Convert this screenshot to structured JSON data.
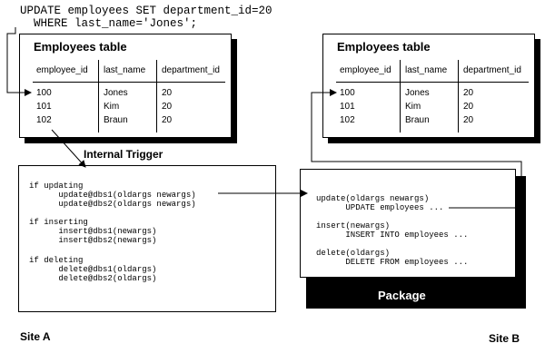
{
  "statement": {
    "line1": "UPDATE employees SET department_id=20",
    "line2": "  WHERE last_name='Jones';"
  },
  "site_a": {
    "label": "Site A",
    "table": {
      "title": "Employees table",
      "headers": [
        "employee_id",
        "last_name",
        "department_id"
      ],
      "rows": [
        [
          "100",
          "Jones",
          "20"
        ],
        [
          "101",
          "Kim",
          "20"
        ],
        [
          "102",
          "Braun",
          "20"
        ]
      ]
    },
    "trigger": {
      "label": "Internal Trigger",
      "lines": [
        "if updating",
        "      update@dbs1(oldargs newargs)",
        "      update@dbs2(oldargs newargs)",
        "",
        "if inserting",
        "      insert@dbs1(newargs)",
        "      insert@dbs2(newargs)",
        "",
        "if deleting",
        "      delete@dbs1(oldargs)",
        "      delete@dbs2(oldargs)"
      ]
    }
  },
  "site_b": {
    "label": "Site B",
    "table": {
      "title": "Employees table",
      "headers": [
        "employee_id",
        "last_name",
        "department_id"
      ],
      "rows": [
        [
          "100",
          "Jones",
          "20"
        ],
        [
          "101",
          "Kim",
          "20"
        ],
        [
          "102",
          "Braun",
          "20"
        ]
      ]
    },
    "package": {
      "label": "Package",
      "lines": [
        "update(oldargs newargs)",
        "      UPDATE employees ...",
        "",
        "insert(newargs)",
        "      INSERT INTO employees ...",
        "",
        "delete(oldargs)",
        "      DELETE FROM employees ..."
      ]
    }
  }
}
